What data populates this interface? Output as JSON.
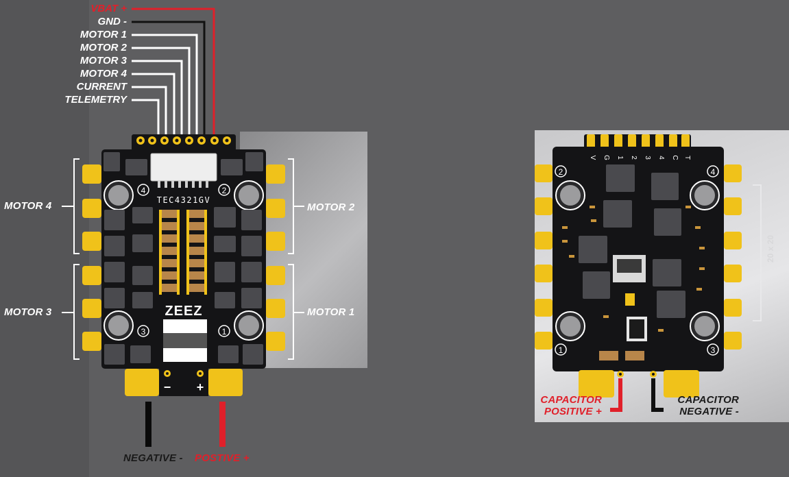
{
  "top_wires": {
    "labels": [
      "VBAT +",
      "GND -",
      "MOTOR 1",
      "MOTOR 2",
      "MOTOR 3",
      "MOTOR 4",
      "CURRENT",
      "TELEMETRY"
    ]
  },
  "left_board": {
    "chip_label": "TEC4321GV",
    "brand": "ZEEZ",
    "motor_labels": {
      "m4": "MOTOR 4",
      "m2": "MOTOR 2",
      "m3": "MOTOR 3",
      "m1": "MOTOR 1"
    },
    "corner_numbers": {
      "tl": "4",
      "tr": "2",
      "bl": "3",
      "br": "1"
    },
    "pad_minus": "−",
    "pad_plus": "+",
    "negative_label": "NEGATIVE -",
    "positive_label": "POSTIVE +"
  },
  "right_board": {
    "pin_letters": [
      "V",
      "G",
      "1",
      "2",
      "3",
      "4",
      "C",
      "T"
    ],
    "corner_numbers": {
      "tl": "2",
      "tr": "4",
      "bl": "1",
      "br": "3"
    },
    "size_label": "20 x 20",
    "cap_pos_line1": "CAPACITOR",
    "cap_pos_line2": "POSITIVE +",
    "cap_neg_line1": "CAPACITOR",
    "cap_neg_line2": "NEGATIVE -"
  },
  "colors": {
    "board": "#141416",
    "pad": "#f0c21a",
    "red": "#e0202a",
    "white": "#ffffff",
    "bg": "#5e5e60"
  }
}
